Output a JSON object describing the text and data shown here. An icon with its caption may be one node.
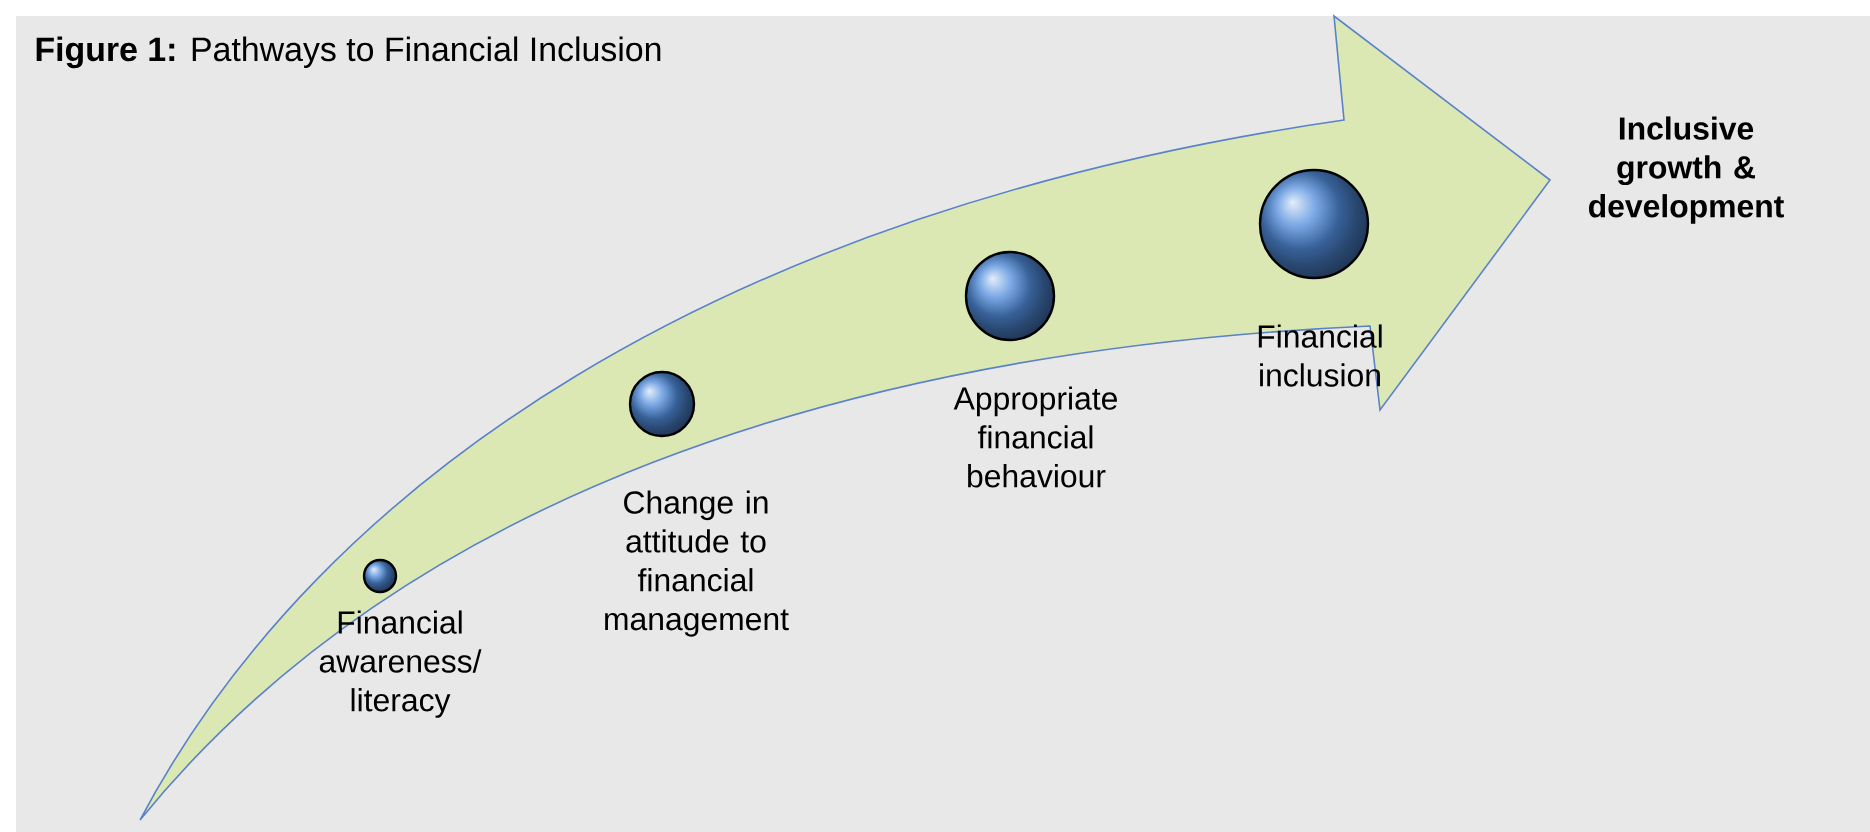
{
  "diagram": {
    "title": "**Figure 1:** Pathways to Financial Inclusion",
    "nodes": [
      {
        "text": [
          "Financial awareness/ literacy"
        ]
      },
      {
        "text": [
          "Change in attitude to financial management"
        ]
      },
      {
        "text": [
          "Appropriate financial behaviour"
        ]
      },
      {
        "text": [
          "Financial inclusion"
        ]
      }
    ],
    "labels": [
      "Inclusive growth & development"
    ]
  }
}
